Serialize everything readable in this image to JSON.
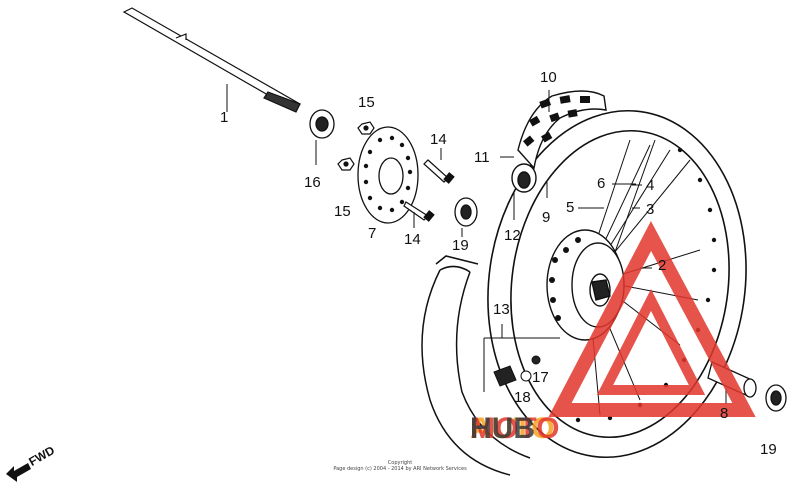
{
  "callouts": {
    "n1": "1",
    "n2": "2",
    "n3": "3",
    "n4": "4",
    "n5": "5",
    "n6": "6",
    "n7": "7",
    "n8": "8",
    "n9": "9",
    "n10": "10",
    "n11": "11",
    "n12": "12",
    "n13": "13",
    "n14a": "14",
    "n14b": "14",
    "n15a": "15",
    "n15b": "15",
    "n16": "16",
    "n17": "17",
    "n18": "18",
    "n19a": "19",
    "n19b": "19"
  },
  "direction": {
    "label": "FWD",
    "icon": "arrow-left-icon"
  },
  "copyright": {
    "line1": "Copyright",
    "line2": "Page design (c) 2004 - 2014 by ARI Network Services"
  },
  "watermark": {
    "text_auto": "AUTO",
    "text_moto": "MOTO",
    "text_hub": "HUB",
    "colors": {
      "red": "#e2362c",
      "orange": "#f6a21c",
      "dark": "#3a3a3a"
    }
  }
}
